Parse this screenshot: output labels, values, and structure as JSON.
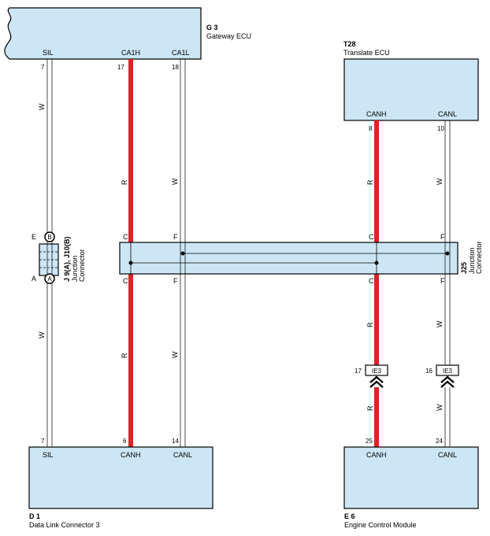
{
  "components": {
    "gateway": {
      "id": "G 3",
      "name": "Gateway ECU",
      "pins": {
        "sil": "SIL",
        "ca1h": "CA1H",
        "ca1l": "CA1L"
      },
      "pin_numbers": {
        "sil": "7",
        "ca1h": "17",
        "ca1l": "18"
      }
    },
    "translate": {
      "id": "T28",
      "name": "Translate ECU",
      "pins": {
        "canh": "CANH",
        "canl": "CANL"
      },
      "pin_numbers": {
        "canh": "8",
        "canl": "10"
      }
    },
    "dlc": {
      "id": "D 1",
      "name": "Data Link Connector 3",
      "pins": {
        "sil": "SIL",
        "canh": "CANH",
        "canl": "CANL"
      },
      "pin_numbers": {
        "sil": "7",
        "canh": "6",
        "canl": "14"
      }
    },
    "ecm": {
      "id": "E 6",
      "name": "Engine Control Module",
      "pins": {
        "canh": "CANH",
        "canl": "CANL"
      },
      "pin_numbers": {
        "canh": "25",
        "canl": "24"
      }
    }
  },
  "junctions": {
    "j9": {
      "id": "J 9(A), J10(B)",
      "name_line1": "Junction",
      "name_line2": "Connector",
      "pin_top": "E",
      "pin_top_conn": "B",
      "pin_bottom": "A",
      "pin_bottom_conn": "A"
    },
    "j25": {
      "id": "J25",
      "name_line1": "Junction",
      "name_line2": "Connector",
      "pins": {
        "c": "C",
        "f": "F"
      }
    }
  },
  "wire_colors": {
    "red": "R",
    "white": "W"
  },
  "inline_connectors": {
    "ie3_left": {
      "code": "IE3",
      "pin": "17"
    },
    "ie3_right": {
      "code": "IE3",
      "pin": "16"
    }
  },
  "colors": {
    "can_high_wire": "#e3202a",
    "component_fill": "#cce6f5"
  }
}
